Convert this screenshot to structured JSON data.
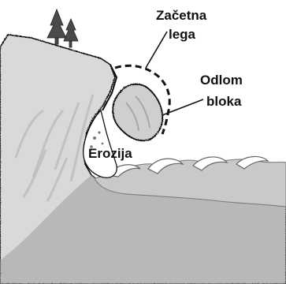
{
  "labels": {
    "original_position_line1": "Začetna",
    "original_position_line2": "lega",
    "block_fall_line1": "Odlom",
    "block_fall_line2": "bloka",
    "erosion": "Erozija"
  },
  "colors": {
    "cliff": "#d8d8d8",
    "seabed": "#9a9a9a",
    "water": "#cfcfcf",
    "wave_crest": "#ffffff",
    "outline": "#111111",
    "tree": "#444444"
  }
}
